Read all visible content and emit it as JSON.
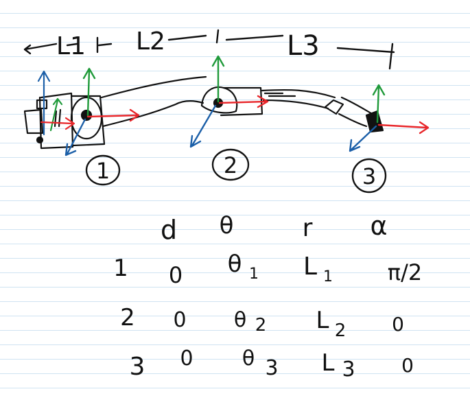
{
  "colors": {
    "ink": "#111111",
    "z_axis": "#1f9a3a",
    "x_axis": "#e8262a",
    "y_axis": "#1b5fa8",
    "ruled_line": "#cfe3f2"
  },
  "links": {
    "l1": "L1",
    "l2": "L2",
    "l3": "L3"
  },
  "joints": {
    "j1": "1",
    "j2": "2",
    "j3": "3"
  },
  "dh_table": {
    "headers": [
      "d",
      "θ",
      "r",
      "α"
    ],
    "rows": [
      {
        "i": "1",
        "d": "0",
        "theta_base": "θ",
        "theta_sub": "1",
        "r_base": "L",
        "r_sub": "1",
        "alpha": "π/2"
      },
      {
        "i": "2",
        "d": "0",
        "theta_base": "θ",
        "theta_sub": "2",
        "r_base": "L",
        "r_sub": "2",
        "alpha": "0"
      },
      {
        "i": "3",
        "d": "0",
        "theta_base": "θ",
        "theta_sub": "3",
        "r_base": "L",
        "r_sub": "3",
        "alpha": "0"
      }
    ]
  }
}
